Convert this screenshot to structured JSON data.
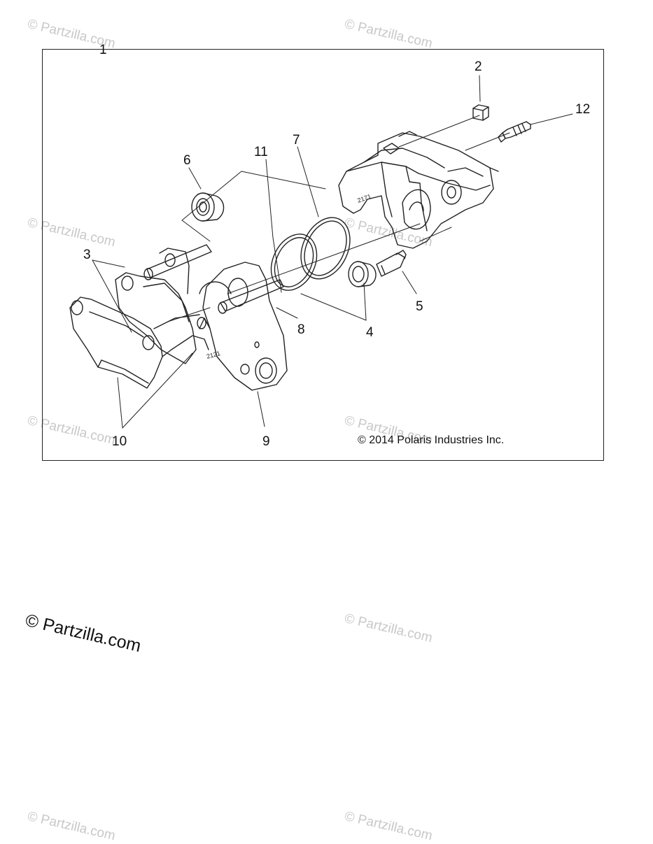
{
  "diagram": {
    "callouts": [
      {
        "id": "1",
        "label": "1"
      },
      {
        "id": "2",
        "label": "2"
      },
      {
        "id": "3",
        "label": "3"
      },
      {
        "id": "4",
        "label": "4"
      },
      {
        "id": "5",
        "label": "5"
      },
      {
        "id": "6",
        "label": "6"
      },
      {
        "id": "7",
        "label": "7"
      },
      {
        "id": "8",
        "label": "8"
      },
      {
        "id": "9",
        "label": "9"
      },
      {
        "id": "10",
        "label": "10"
      },
      {
        "id": "11",
        "label": "11"
      },
      {
        "id": "12",
        "label": "12"
      }
    ],
    "part_stamps": {
      "bracket": "2121",
      "caliper": "2171"
    },
    "copyright": "© 2014 Polaris Industries Inc."
  },
  "watermarks": {
    "small": "© Partzilla.com",
    "large": "© Partzilla.com"
  },
  "colors": {
    "line": "#222222",
    "watermark": "#c8c8c8"
  }
}
